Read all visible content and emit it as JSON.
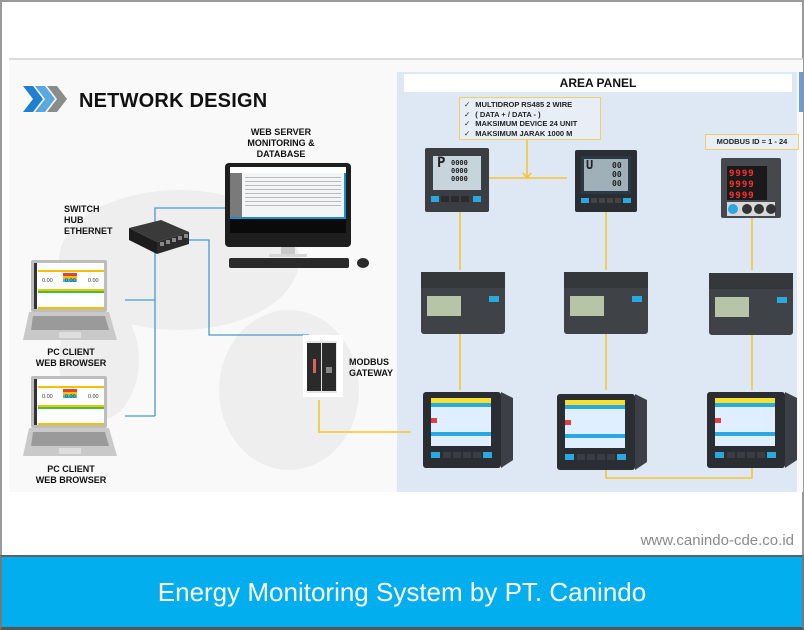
{
  "diagram": {
    "title": "NETWORK DESIGN",
    "area_panel_title": "AREA PANEL",
    "notes": [
      "MULTIDROP RS485 2 WIRE",
      "( DATA + / DATA - )",
      "MAKSIMUM DEVICE 24 UNIT",
      "MAKSIMUM JARAK 1000 M"
    ],
    "note_check_glyph": "✓",
    "modbus_id": "MODBUS ID = 1 - 24",
    "nodes": {
      "web_server": [
        "WEB SERVER",
        "MONITORING &",
        "DATABASE"
      ],
      "switch": [
        "SWITCH",
        "HUB",
        "ETHERNET"
      ],
      "pc_client_1": [
        "PC CLIENT",
        "WEB BROWSER"
      ],
      "pc_client_2": [
        "PC CLIENT",
        "WEB BROWSER"
      ],
      "gateway": [
        "MODBUS",
        "GATEWAY"
      ]
    },
    "meter_readouts": {
      "lcd_meter_1": [
        "P",
        "0000",
        "0000",
        "0000"
      ],
      "lcd_meter_2": [
        "U",
        "00",
        "00",
        "00"
      ],
      "led_meter": [
        "9999",
        "9999",
        "9999"
      ],
      "laptop_values": [
        "0.00",
        "0.00",
        "0.00"
      ]
    },
    "colors": {
      "ethernet_line": "#4a9cc8",
      "rs485_line": "#f5c430",
      "area_panel_bg": "#dde8f4",
      "footer_bg": "#02aeee",
      "chevron_blue": "#1f7fd0",
      "chevron_light": "#5aa8e0",
      "chevron_gray": "#8c8c8c"
    }
  },
  "footer": {
    "website": "www.canindo-cde.co.id",
    "caption": "Energy Monitoring System by PT. Canindo"
  }
}
